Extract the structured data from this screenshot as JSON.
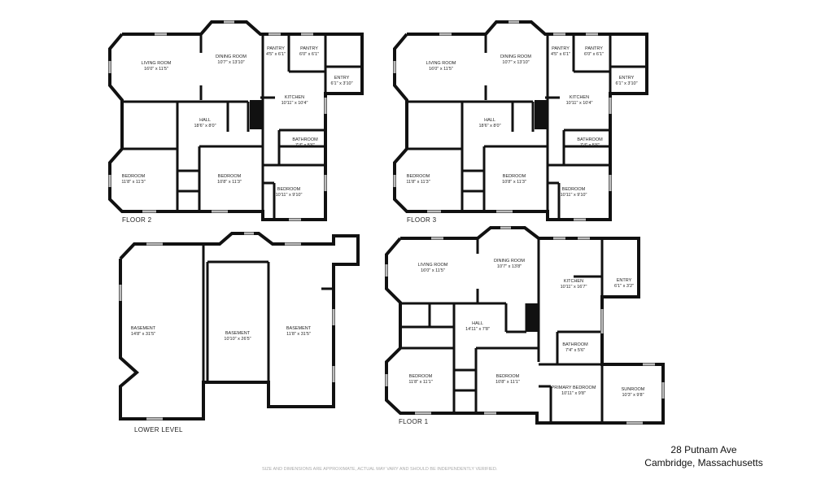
{
  "floors": {
    "floor2": {
      "label": "FLOOR 2",
      "rooms": [
        {
          "name": "LIVING ROOM",
          "dim": "16'0\" x 11'5\""
        },
        {
          "name": "DINING ROOM",
          "dim": "10'7\" x 13'10\""
        },
        {
          "name": "PANTRY",
          "dim": "4'5\" x 6'1\""
        },
        {
          "name": "PANTRY",
          "dim": "6'0\" x 6'1\""
        },
        {
          "name": "ENTRY",
          "dim": "6'1\" x 3'10\""
        },
        {
          "name": "KITCHEN",
          "dim": "10'11\" x 10'4\""
        },
        {
          "name": "HALL",
          "dim": "18'6\" x 8'0\""
        },
        {
          "name": "BATHROOM",
          "dim": "7'4\" x 5'6\""
        },
        {
          "name": "BEDROOM",
          "dim": "11'8\" x 11'3\""
        },
        {
          "name": "BEDROOM",
          "dim": "10'8\" x 11'3\""
        },
        {
          "name": "BEDROOM",
          "dim": "10'11\" x 9'10\""
        }
      ]
    },
    "floor3": {
      "label": "FLOOR 3",
      "rooms": [
        {
          "name": "LIVING ROOM",
          "dim": "16'0\" x 11'5\""
        },
        {
          "name": "DINING ROOM",
          "dim": "10'7\" x 13'10\""
        },
        {
          "name": "PANTRY",
          "dim": "4'5\" x 6'1\""
        },
        {
          "name": "PANTRY",
          "dim": "6'0\" x 6'1\""
        },
        {
          "name": "ENTRY",
          "dim": "6'1\" x 3'10\""
        },
        {
          "name": "KITCHEN",
          "dim": "10'11\" x 10'4\""
        },
        {
          "name": "HALL",
          "dim": "18'6\" x 8'0\""
        },
        {
          "name": "BATHROOM",
          "dim": "7'4\" x 5'6\""
        },
        {
          "name": "BEDROOM",
          "dim": "11'8\" x 11'3\""
        },
        {
          "name": "BEDROOM",
          "dim": "10'8\" x 11'3\""
        },
        {
          "name": "BEDROOM",
          "dim": "10'11\" x 9'10\""
        }
      ]
    },
    "lower": {
      "label": "LOWER LEVEL",
      "rooms": [
        {
          "name": "BASEMENT",
          "dim": "14'8\" x 31'5\""
        },
        {
          "name": "BASEMENT",
          "dim": "10'10\" x 26'5\""
        },
        {
          "name": "BASEMENT",
          "dim": "11'8\" x 31'5\""
        }
      ]
    },
    "floor1": {
      "label": "FLOOR 1",
      "rooms": [
        {
          "name": "LIVING ROOM",
          "dim": "16'0\" x 11'5\""
        },
        {
          "name": "DINING ROOM",
          "dim": "10'7\" x 13'8\""
        },
        {
          "name": "KITCHEN",
          "dim": "10'11\" x 16'7\""
        },
        {
          "name": "ENTRY",
          "dim": "6'1\" x 3'2\""
        },
        {
          "name": "HALL",
          "dim": "14'11\" x 7'8\""
        },
        {
          "name": "BATHROOM",
          "dim": "7'4\" x 5'6\""
        },
        {
          "name": "BEDROOM",
          "dim": "11'8\" x 11'1\""
        },
        {
          "name": "BEDROOM",
          "dim": "10'8\" x 11'1\""
        },
        {
          "name": "PRIMARY BEDROOM",
          "dim": "10'11\" x 9'8\""
        },
        {
          "name": "SUNROOM",
          "dim": "10'3\" x 9'8\""
        }
      ]
    }
  },
  "address": {
    "line1": "28 Putnam Ave",
    "line2": "Cambridge, Massachusetts"
  },
  "disclaimer": "SIZE AND DIMENSIONS ARE APPROXIMATE, ACTUAL MAY VARY AND SHOULD BE INDEPENDENTLY VERIFIED."
}
